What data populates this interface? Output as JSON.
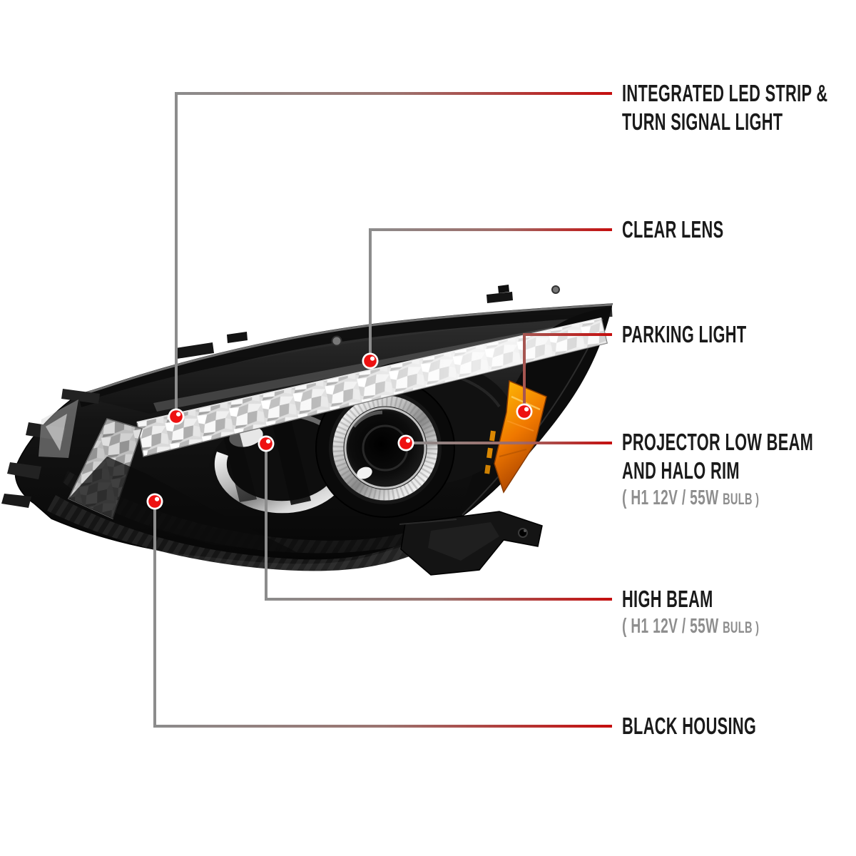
{
  "diagram": {
    "type": "annotated-product-diagram",
    "subject": "projector headlight with halo rim, black housing",
    "callouts": [
      {
        "id": "led-strip",
        "line1": "INTEGRATED LED STRIP &",
        "line2": "TURN SIGNAL LIGHT"
      },
      {
        "id": "clear-lens",
        "line1": "CLEAR LENS"
      },
      {
        "id": "parking-light",
        "line1": "PARKING LIGHT"
      },
      {
        "id": "projector-low-beam",
        "line1": "PROJECTOR LOW BEAM",
        "line2": "AND HALO RIM",
        "sub_main": "( H1  12V / 55W",
        "sub_small": "BULB )"
      },
      {
        "id": "high-beam",
        "line1": "HIGH BEAM",
        "sub_main": "( H1  12V / 55W",
        "sub_small": "BULB )"
      },
      {
        "id": "black-housing",
        "line1": "BLACK HOUSING"
      }
    ],
    "colors": {
      "background": "#ffffff",
      "label_text": "#1a1a1a",
      "sub_text": "#8e8e8e",
      "line_gray": "#8c8c8c",
      "line_red": "#c50e0e",
      "dot_red": "#ee1111",
      "dot_ring": "#ffffff",
      "amber_reflector": "#f08200",
      "housing_black": "#101010"
    }
  }
}
